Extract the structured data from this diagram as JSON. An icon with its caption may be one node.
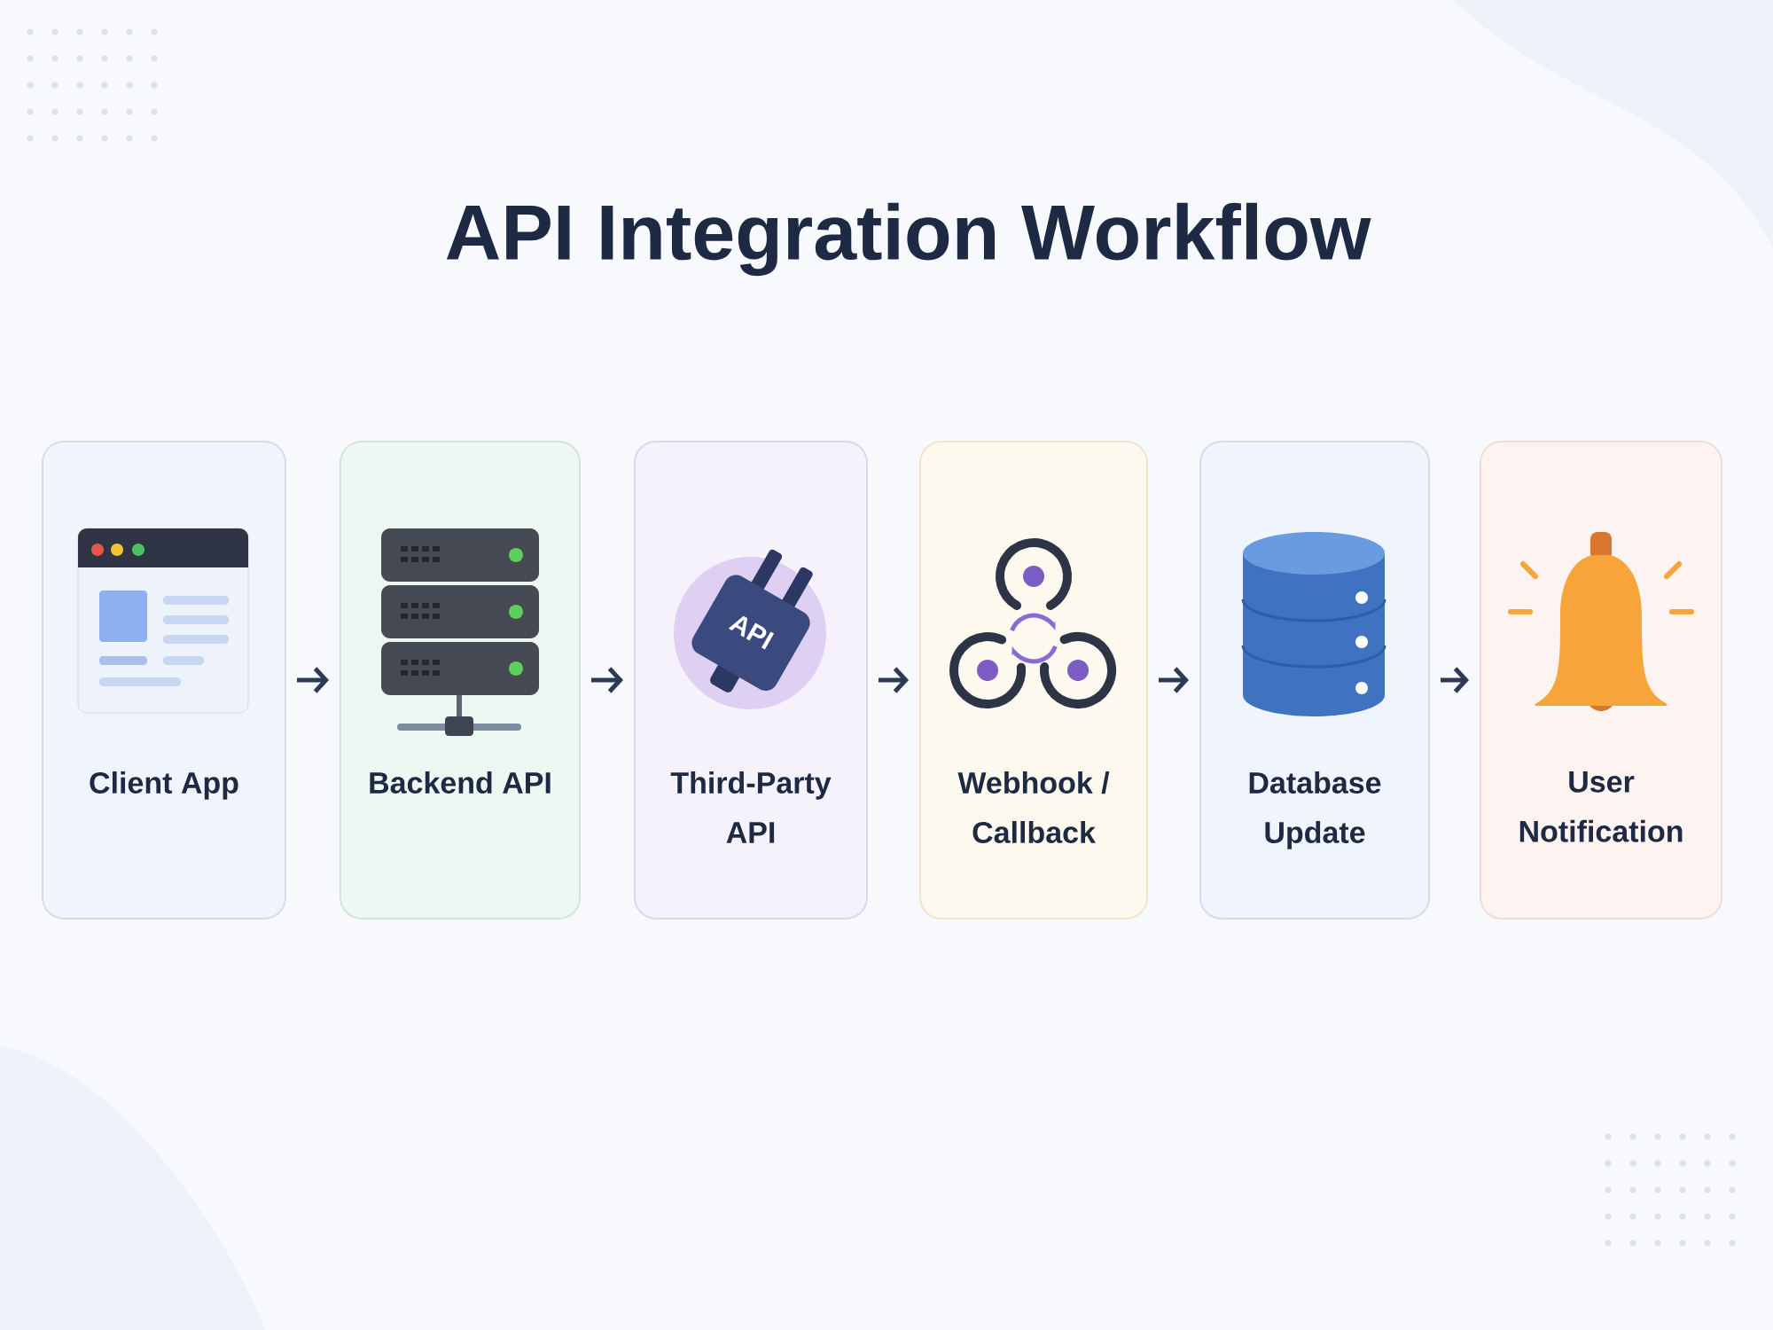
{
  "diagram": {
    "title": "API Integration Workflow",
    "nodes": [
      {
        "text": [
          "Client App"
        ]
      },
      {
        "text": [
          "Backend API"
        ]
      },
      {
        "text": [
          "Third-Party API"
        ]
      },
      {
        "text": [
          "Webhook / Callback"
        ]
      },
      {
        "text": [
          "Database Update"
        ]
      },
      {
        "text": [
          "User Notification"
        ]
      }
    ],
    "edges": [
      {
        "from": 0,
        "to": 1,
        "arrow": "to"
      },
      {
        "from": 1,
        "to": 2,
        "arrow": "to"
      },
      {
        "from": 2,
        "to": 3,
        "arrow": "to"
      },
      {
        "from": 3,
        "to": 4,
        "arrow": "to"
      },
      {
        "from": 4,
        "to": 5,
        "arrow": "to"
      }
    ],
    "labels": [
      "API"
    ]
  }
}
